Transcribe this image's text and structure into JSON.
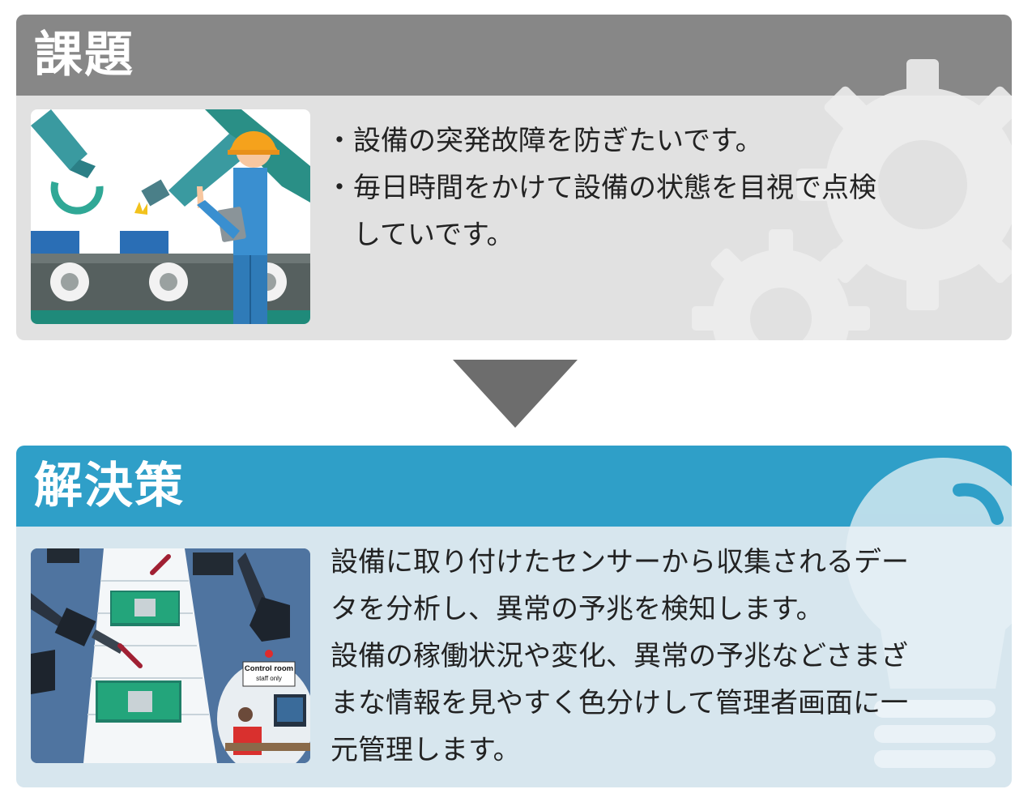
{
  "problem": {
    "title": "課題",
    "bullets": [
      "・設備の突発故障を防ぎたいです。",
      "・毎日時間をかけて設備の状態を目視で点検"
    ],
    "continuation": "していです。",
    "colors": {
      "header": "#878787",
      "body": "#e1e1e1"
    }
  },
  "solution": {
    "title": "解決策",
    "lines": [
      "設備に取り付けたセンサーから収集されるデー",
      "タを分析し、異常の予兆を検知します。",
      "設備の稼働状況や変化、異常の予兆などさまざ",
      "まな情報を見やすく色分けして管理者画面に一",
      "元管理します。"
    ],
    "sign_title": "Control room",
    "sign_sub": "staff only",
    "colors": {
      "header": "#2f9fc8",
      "body": "#d7e6ee"
    }
  }
}
